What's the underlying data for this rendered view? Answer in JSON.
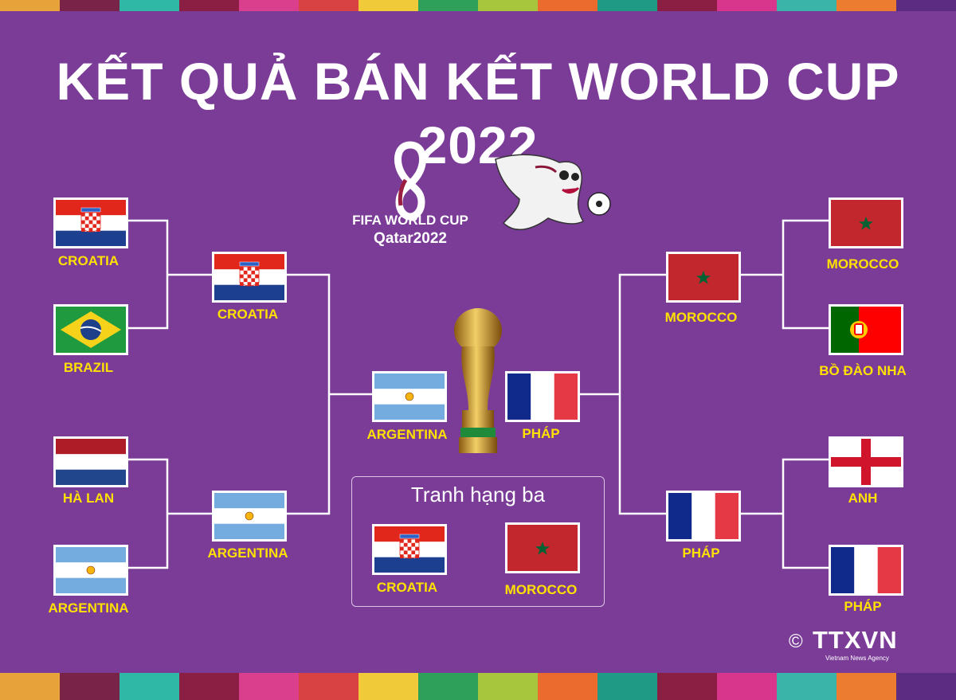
{
  "title": "KẾT QUẢ BÁN KẾT WORLD CUP 2022",
  "colors": {
    "background": "#7b3c98",
    "label": "#ffe100",
    "line": "#ffffff",
    "stripe": [
      "#e8a23a",
      "#7a2348",
      "#2fb8a6",
      "#8b1e43",
      "#d93f8c",
      "#d94242",
      "#f1ca3a",
      "#2ea05a",
      "#a7c63e",
      "#eb6a2d",
      "#1f9a85",
      "#8b1e43",
      "#d8358d",
      "#3ab3a8",
      "#ec7c2f",
      "#5c2c82"
    ]
  },
  "logo": {
    "name": "FIFA WORLD CUP",
    "host": "Qatar2022",
    "icon": "world-cup-logo-icon"
  },
  "mascot": {
    "icon": "laeeb-mascot-icon"
  },
  "trophy": {
    "icon": "world-cup-trophy-icon"
  },
  "round_of_8": {
    "left": [
      {
        "team": "CROATIA",
        "flag": "croatia"
      },
      {
        "team": "BRAZIL",
        "flag": "brazil"
      },
      {
        "team": "HÀ LAN",
        "flag": "netherlands"
      },
      {
        "team": "ARGENTINA",
        "flag": "argentina"
      }
    ],
    "right": [
      {
        "team": "MOROCCO",
        "flag": "morocco"
      },
      {
        "team": "BỒ ĐÀO NHA",
        "flag": "portugal"
      },
      {
        "team": "ANH",
        "flag": "england"
      },
      {
        "team": "PHÁP",
        "flag": "france"
      }
    ]
  },
  "semifinal": {
    "left": [
      {
        "team": "CROATIA",
        "flag": "croatia"
      },
      {
        "team": "ARGENTINA",
        "flag": "argentina"
      }
    ],
    "right": [
      {
        "team": "MOROCCO",
        "flag": "morocco"
      },
      {
        "team": "PHÁP",
        "flag": "france"
      }
    ]
  },
  "final": {
    "left": {
      "team": "ARGENTINA",
      "flag": "argentina"
    },
    "right": {
      "team": "PHÁP",
      "flag": "france"
    }
  },
  "third_place": {
    "title": "Tranh hạng ba",
    "left": {
      "team": "CROATIA",
      "flag": "croatia"
    },
    "right": {
      "team": "MOROCCO",
      "flag": "morocco"
    }
  },
  "brand": {
    "copyright": "©",
    "name": "TTXVN",
    "subtitle": "Vietnam News Agency"
  }
}
